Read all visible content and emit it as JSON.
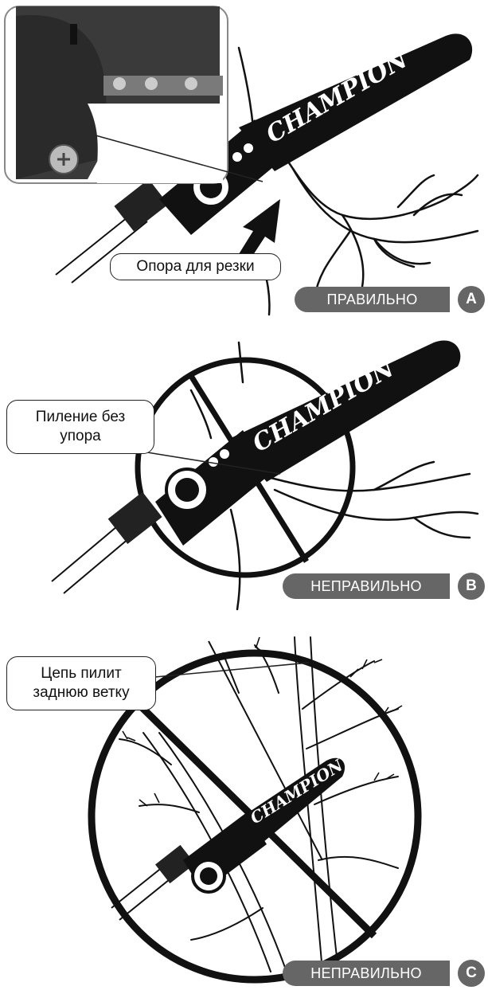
{
  "brand": "CHAMPION",
  "panels": {
    "a": {
      "callout": "Опора для резки",
      "status": "ПРАВИЛЬНО",
      "letter": "A"
    },
    "b": {
      "callout_line1": "Пиление без",
      "callout_line2": "упора",
      "status": "НЕПРАВИЛЬНО",
      "letter": "B"
    },
    "c": {
      "callout_line1": "Цепь пилит",
      "callout_line2": "заднюю ветку",
      "status": "НЕПРАВИЛЬНО",
      "letter": "C"
    }
  },
  "colors": {
    "status_pill": "#666666",
    "ink": "#111111"
  }
}
